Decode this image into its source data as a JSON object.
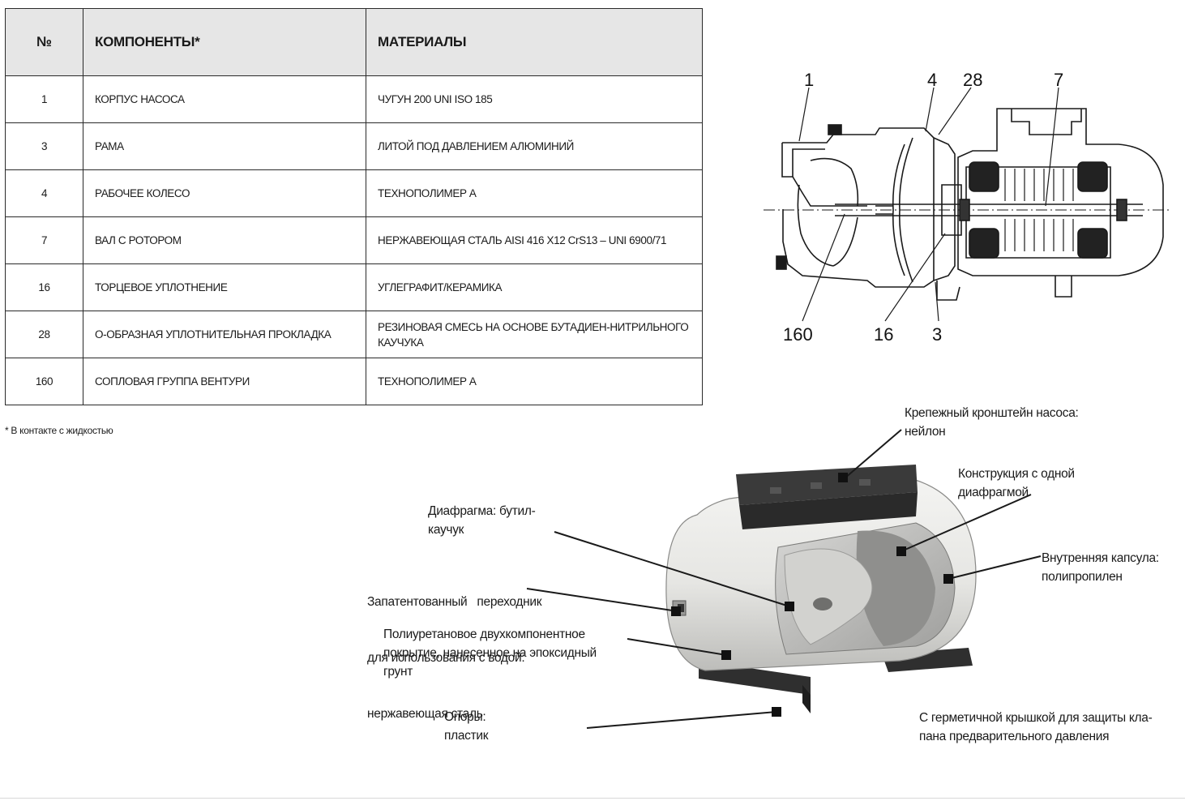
{
  "table": {
    "headers": {
      "num": "№",
      "component": "КОМПОНЕНТЫ*",
      "material": "МАТЕРИАЛЫ"
    },
    "rows": [
      {
        "num": "1",
        "component": "КОРПУС НАСОСА",
        "material": "ЧУГУН 200 UNI ISO 185"
      },
      {
        "num": "3",
        "component": "РАМА",
        "material": "ЛИТОЙ ПОД ДАВЛЕНИЕМ АЛЮМИНИЙ"
      },
      {
        "num": "4",
        "component": "РАБОЧЕЕ КОЛЕСО",
        "material": "ТЕХНОПОЛИМЕР А"
      },
      {
        "num": "7",
        "component": "ВАЛ С РОТОРОМ",
        "material": "НЕРЖАВЕЮЩАЯ СТАЛЬ AISI 416 X12 CrS13 – UNI 6900/71"
      },
      {
        "num": "16",
        "component": "ТОРЦЕВОЕ УПЛОТНЕНИЕ",
        "material": "УГЛЕГРАФИТ/КЕРАМИКА"
      },
      {
        "num": "28",
        "component": "О-ОБРАЗНАЯ УПЛОТНИТЕЛЬНАЯ ПРОКЛАДКА",
        "material": "РЕЗИНОВАЯ СМЕСЬ НА ОСНОВЕ БУТАДИЕН-НИТРИЛЬНОГО КАУЧУКА"
      },
      {
        "num": "160",
        "component": "СОПЛОВАЯ ГРУППА ВЕНТУРИ",
        "material": "ТЕХНОПОЛИМЕР А"
      }
    ],
    "footnote": "* В контакте с жидкостью"
  },
  "pump_labels": {
    "top": [
      "1",
      "4",
      "28",
      "7"
    ],
    "bottom": [
      "160",
      "16",
      "3"
    ]
  },
  "tank_callouts": {
    "bracket": [
      "Крепежный кронштейн насоса:",
      "нейлон"
    ],
    "single_diaphragm": [
      "Конструкция с одной",
      "диафрагмой"
    ],
    "diaphragm": [
      "Диафрагма: бутил-",
      "каучук"
    ],
    "adapter": [
      "Запатентованный   переходник",
      "для использования с водой:",
      "нержавеющая сталь"
    ],
    "inner_capsule": [
      "Внутренняя капсула:",
      "полипропилен"
    ],
    "coating": [
      "Полиуретановое двухкомпонентное",
      "покрытие, нанесенное на эпоксидный",
      "грунт"
    ],
    "supports": [
      "Опоры:",
      "пластик"
    ],
    "sealed_cap": [
      "С герметичной крышкой для защиты кла-",
      "пана предварительного давления"
    ]
  }
}
